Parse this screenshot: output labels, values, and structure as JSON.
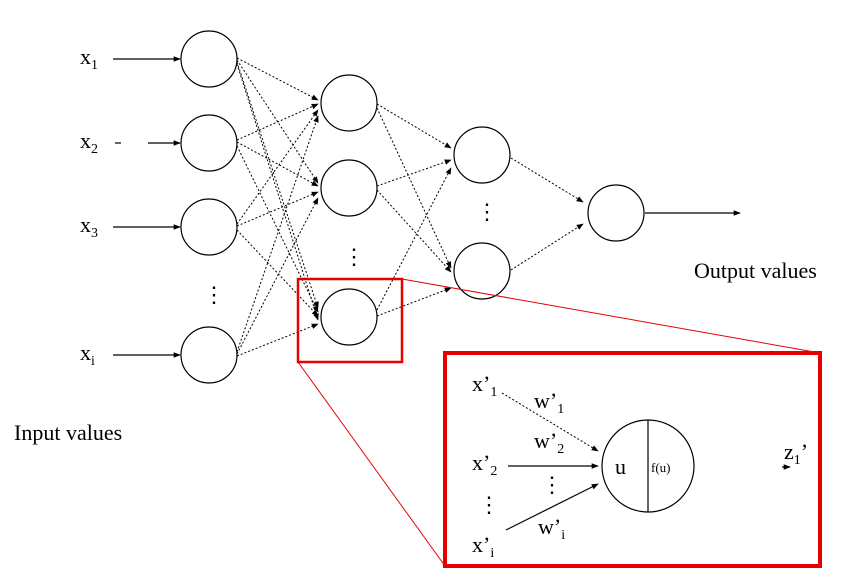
{
  "inputs": [
    {
      "base": "x",
      "sub": "1"
    },
    {
      "base": "x",
      "sub": "2"
    },
    {
      "base": "x",
      "sub": "3"
    },
    {
      "base": "x",
      "sub": "i"
    }
  ],
  "labels": {
    "input_values": "Input values",
    "output_values": "Output values",
    "vdots": "⋮"
  },
  "zoom": {
    "inputs": [
      {
        "base": "x",
        "prime": "’",
        "sub": "1"
      },
      {
        "base": "x",
        "prime": "’",
        "sub": "2"
      },
      {
        "base": "x",
        "prime": "’",
        "sub": "i"
      }
    ],
    "weights": [
      {
        "base": "w",
        "prime": "’",
        "sub": "1"
      },
      {
        "base": "w",
        "prime": "’",
        "sub": "2"
      },
      {
        "base": "w",
        "prime": "’",
        "sub": "i"
      }
    ],
    "node_sum": "u",
    "node_activation": "f(u)",
    "output": {
      "base": "z",
      "sub": "1",
      "prime": "’"
    }
  },
  "colors": {
    "highlight": "#e60000",
    "stroke": "#000000"
  }
}
